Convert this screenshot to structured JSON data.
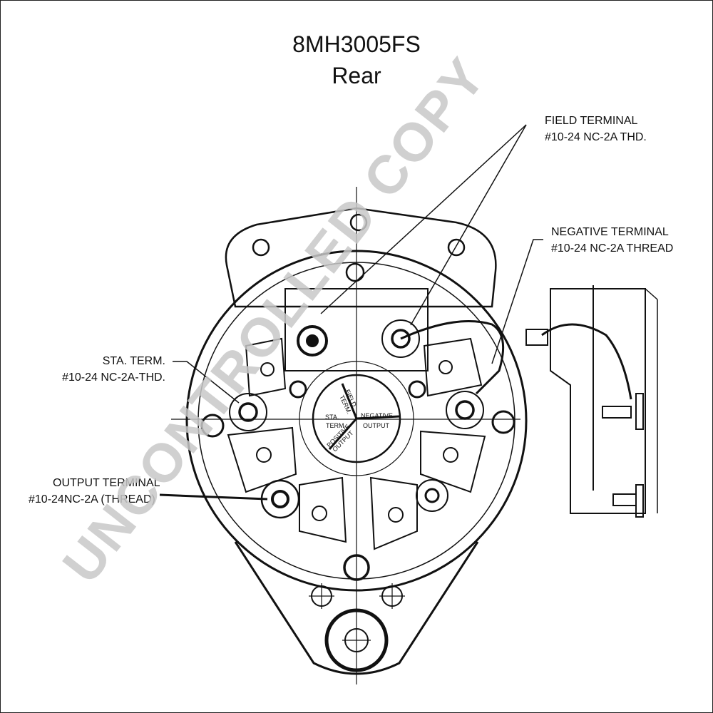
{
  "title": {
    "model": "8MH3005FS",
    "view": "Rear"
  },
  "callouts": {
    "field": {
      "line1": "FIELD TERMINAL",
      "line2": "#10-24 NC-2A THD."
    },
    "negative": {
      "line1": "NEGATIVE TERMINAL",
      "line2": "#10-24 NC-2A THREAD"
    },
    "sta": {
      "line1": "STA. TERM.",
      "line2": "#10-24 NC-2A-THD."
    },
    "output": {
      "line1": "OUTPUT TERMINAL",
      "line2": "#10-24NC-2A (THREAD)"
    }
  },
  "cap_labels": {
    "field": "FIELD",
    "term_a": "TERM.",
    "sta": "STA.",
    "term_b": "TERM",
    "negative": "NEGATIVE",
    "output_a": "OUTPUT",
    "positive": "POSITIVE",
    "output_b": "OUTPUT"
  },
  "watermark": {
    "text": "UNCONTROLLED COPY",
    "color": "#c8c8c8"
  },
  "colors": {
    "line": "#111111",
    "background": "#ffffff"
  }
}
